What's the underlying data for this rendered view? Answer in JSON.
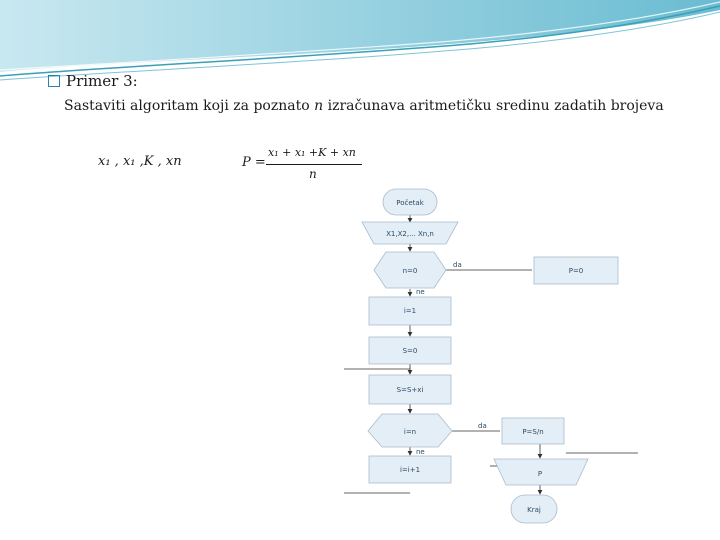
{
  "slide": {
    "title": "Primer 3:",
    "subtitle_parts": [
      "Sastaviti algoritam koji za poznato ",
      "n",
      " izračunava aritmetičku sredinu zadatih brojeva"
    ]
  },
  "formulas": {
    "sequence": "x₁ , x₁ ,K  , xn",
    "mean_lhs": "P =",
    "mean_numerator": "x₁ + x₁ +K + xn",
    "mean_denominator": "n"
  },
  "flowchart": {
    "nodes": {
      "start": "Početak",
      "input": "X1,X2,... Xn,n",
      "check_n": "n=0",
      "p_zero": "P=0",
      "init_i": "i=1",
      "init_s": "S=0",
      "accumulate": "S=S+xi",
      "check_i": "i=n",
      "p_result": "P=S/n",
      "increment": "i=i+1",
      "output": "P",
      "end": "Kraj"
    },
    "branches": {
      "yes_1": "da",
      "no_1": "ne",
      "yes_2": "da",
      "no_2": "ne"
    }
  },
  "colors": {
    "node_fill": "#e4eef6",
    "node_stroke": "#aabbcc",
    "line": "#333333",
    "header_teal": "#3a9fb7"
  }
}
